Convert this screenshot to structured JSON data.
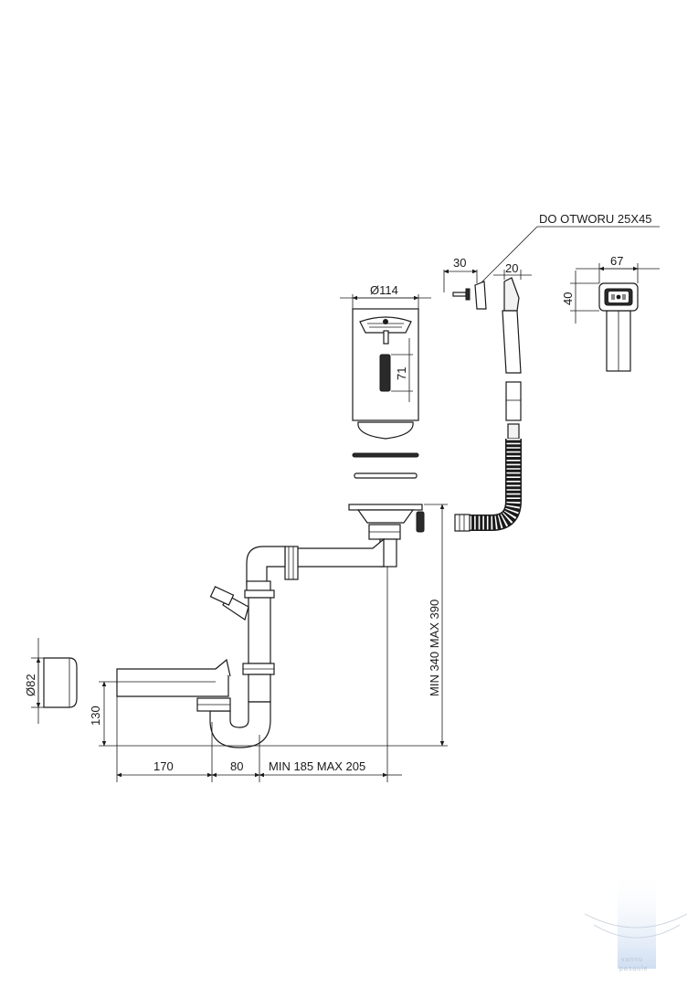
{
  "labels": {
    "note_overflow": "DO OTWORU 25X45",
    "dim_30": "30",
    "dim_20": "20",
    "dim_67": "67",
    "dim_40": "40",
    "dim_d114": "Ø114",
    "dim_71": "71",
    "dim_d82": "Ø82",
    "dim_130": "130",
    "dim_170": "170",
    "dim_80": "80",
    "dim_min_max_horizontal": "MIN 185 MAX 205",
    "dim_min_max_vertical": "MIN 340 MAX 390"
  },
  "watermark": {
    "line1": "vannu",
    "line2": "pasaule"
  },
  "colors": {
    "line": "#1a1a1a",
    "watermark_bar": "#c9daf0"
  }
}
